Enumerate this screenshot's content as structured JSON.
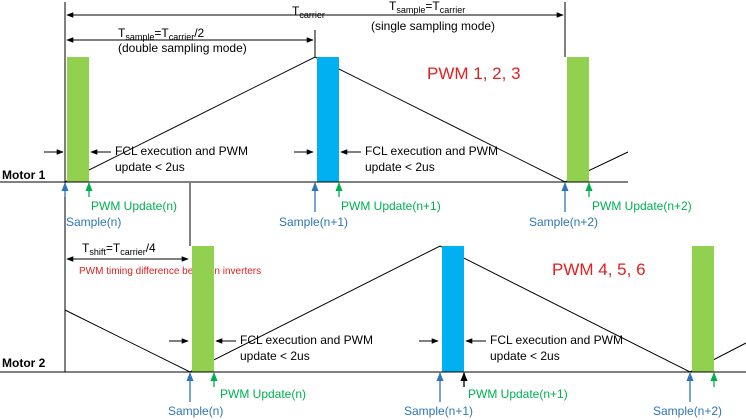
{
  "colors": {
    "line": "#000000",
    "green_bar": "#92d050",
    "blue_bar": "#00b0f0",
    "sample_arrow": "#2e75b6",
    "update_arrow": "#00b050",
    "pwm_title": "#e02020",
    "shift_note": "#e02020",
    "sample_text": "#2e75b6",
    "update_text": "#00b050"
  },
  "timing": {
    "t_carrier": {
      "main": "T",
      "sub": "carrier"
    },
    "t_sample_single": {
      "main": "T",
      "sub1": "sample",
      "mid": "=T",
      "sub2": "carrier"
    },
    "single_mode": "(single sampling mode)",
    "t_sample_double": {
      "main": "T",
      "sub1": "sample",
      "mid": "=T",
      "sub2": "carrier",
      "tail": "/2"
    },
    "double_mode": "(double sampling mode)",
    "t_shift": {
      "main": "T",
      "sub1": "shift",
      "mid": "=T",
      "sub2": "carrier",
      "tail": "/4"
    },
    "shift_note": "PWM timing difference between inverters"
  },
  "motor1": {
    "label": "Motor 1",
    "pwm_title": "PWM 1, 2, 3",
    "fcl_texts": [
      {
        "line1": "FCL execution and PWM",
        "line2": "update < 2us"
      },
      {
        "line1": "FCL execution and PWM",
        "line2": "update < 2us"
      }
    ],
    "samples": [
      "Sample(n)",
      "Sample(n+1)",
      "Sample(n+2)"
    ],
    "updates": [
      "PWM Update(n)",
      "PWM Update(n+1)",
      "PWM Update(n+2)"
    ]
  },
  "motor2": {
    "label": "Motor 2",
    "pwm_title": "PWM 4, 5, 6",
    "fcl_texts": [
      {
        "line1": "FCL execution and PWM",
        "line2": "update < 2us"
      },
      {
        "line1": "FCL execution and PWM",
        "line2": "update < 2us"
      }
    ],
    "samples": [
      "Sample(n)",
      "Sample(n+1)",
      "Sample(n+2)"
    ],
    "updates": [
      "PWM Update(n)",
      "PWM Update(n+1)"
    ]
  }
}
